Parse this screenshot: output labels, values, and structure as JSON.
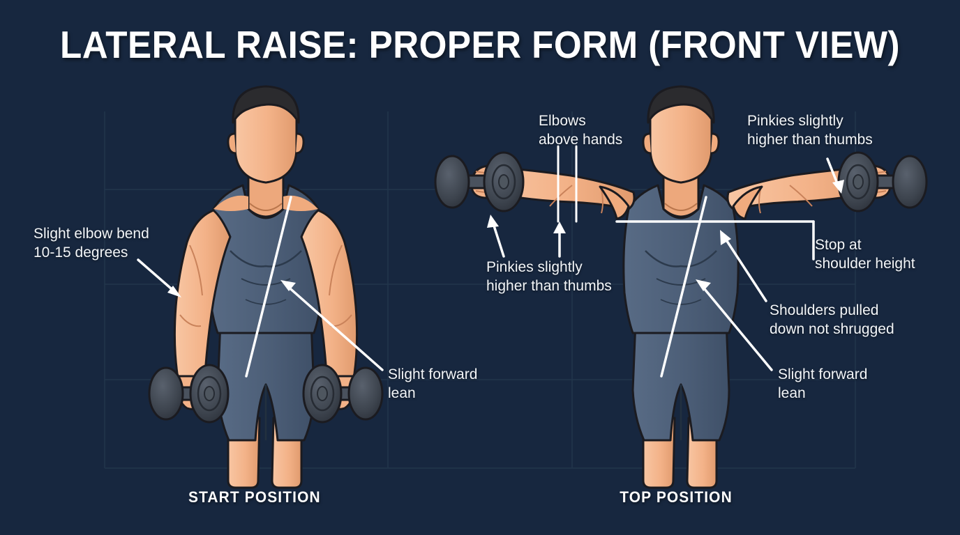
{
  "title": "LATERAL RAISE: PROPER FORM (FRONT VIEW)",
  "captions": {
    "left": "START POSITION",
    "right": "TOP POSITION"
  },
  "annotations": {
    "elbow_bend": {
      "line1": "Slight elbow bend",
      "line2": "10-15 degrees"
    },
    "forward_lean_left": {
      "line1": "Slight forward",
      "line2": "lean"
    },
    "elbows_above_hands": {
      "line1": "Elbows",
      "line2": "above hands"
    },
    "pinkies_left": {
      "line1": "Pinkies slightly",
      "line2": "higher than thumbs"
    },
    "pinkies_right": {
      "line1": "Pinkies slightly",
      "line2": "higher than thumbs"
    },
    "stop_shoulder": {
      "line1": "Stop at",
      "line2": "shoulder height"
    },
    "shoulders_down": {
      "line1": "Shoulders pulled",
      "line2": "down not shrugged"
    },
    "forward_lean_right": {
      "line1": "Slight forward",
      "line2": "lean"
    }
  },
  "colors": {
    "background": "#17273f",
    "grid": "#24374f",
    "skin": "#f3b288",
    "skin_shadow": "#e09a6d",
    "skin_light": "#f8c6a3",
    "apparel": "#4c5e77",
    "apparel_shadow": "#41526a",
    "apparel_light": "#586b85",
    "hair": "#2b2b2e",
    "outline": "#1b1b20",
    "metal": "#3d444e",
    "metal_dark": "#2e343d",
    "metal_light": "#545c68",
    "guide_line": "#ffffff",
    "text": "#f2f5f8"
  }
}
